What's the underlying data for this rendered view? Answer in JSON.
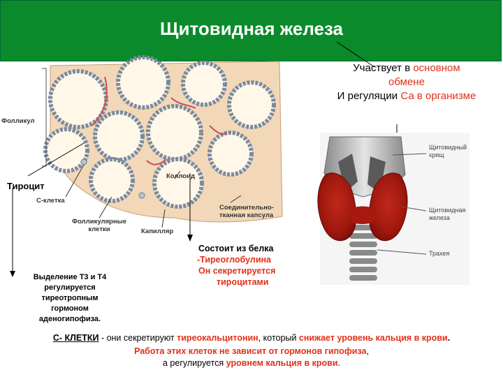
{
  "title": "Щитовидная железа",
  "function": {
    "line1_prefix": "Участвует в ",
    "line1_highlight": "основном обмене",
    "line2_prefix": "И регуляции ",
    "line2_highlight": "Са в организме"
  },
  "histology_labels": {
    "follicle": "Фолликул",
    "thyrocyte": "Тироцит",
    "c_cell": "С-клетка",
    "follicular_cells_1": "Фолликулярные",
    "follicular_cells_2": "клетки",
    "colloid": "Коллоид",
    "capillary": "Капилляр",
    "capsule_1": "Соединительно-",
    "capsule_2": "тканная капсула"
  },
  "anatomy_labels": {
    "thyroid_cartilage_1": "Щитовидный",
    "thyroid_cartilage_2": "хрящ",
    "thyroid_gland_1": "Щитовидная",
    "thyroid_gland_2": "железа",
    "trachea": "Трахея"
  },
  "colloid_note": {
    "line1": "Состоит из белка",
    "line2": "-Тиреоглобулина",
    "line3": "Он секретируется",
    "line4": "тироцитами"
  },
  "regulation_note": {
    "line1": "Выделение Т3 и Т4",
    "line2": "регулируется",
    "line3": "тиреотропным",
    "line4": "гормоном",
    "line5": "аденогипофиза."
  },
  "bottom_note": {
    "l1_a": "С- КЛЕТКИ",
    "l1_b": " - они секретируют ",
    "l1_c": "тиреокальцитонин",
    "l1_d": ", который ",
    "l1_e": "снижает уровень кальция в крови",
    "l1_f": ".",
    "l2_a": "Работа этих клеток не зависит от гормонов гипофиза",
    "l2_b": ",",
    "l3_a": "а регулируется ",
    "l3_b": "уровнем кальция в крови",
    "l3_c": "."
  },
  "colors": {
    "banner": "#0a8a2a",
    "highlight_red": "#e0311a",
    "highlight_green": "#2a7a10"
  }
}
